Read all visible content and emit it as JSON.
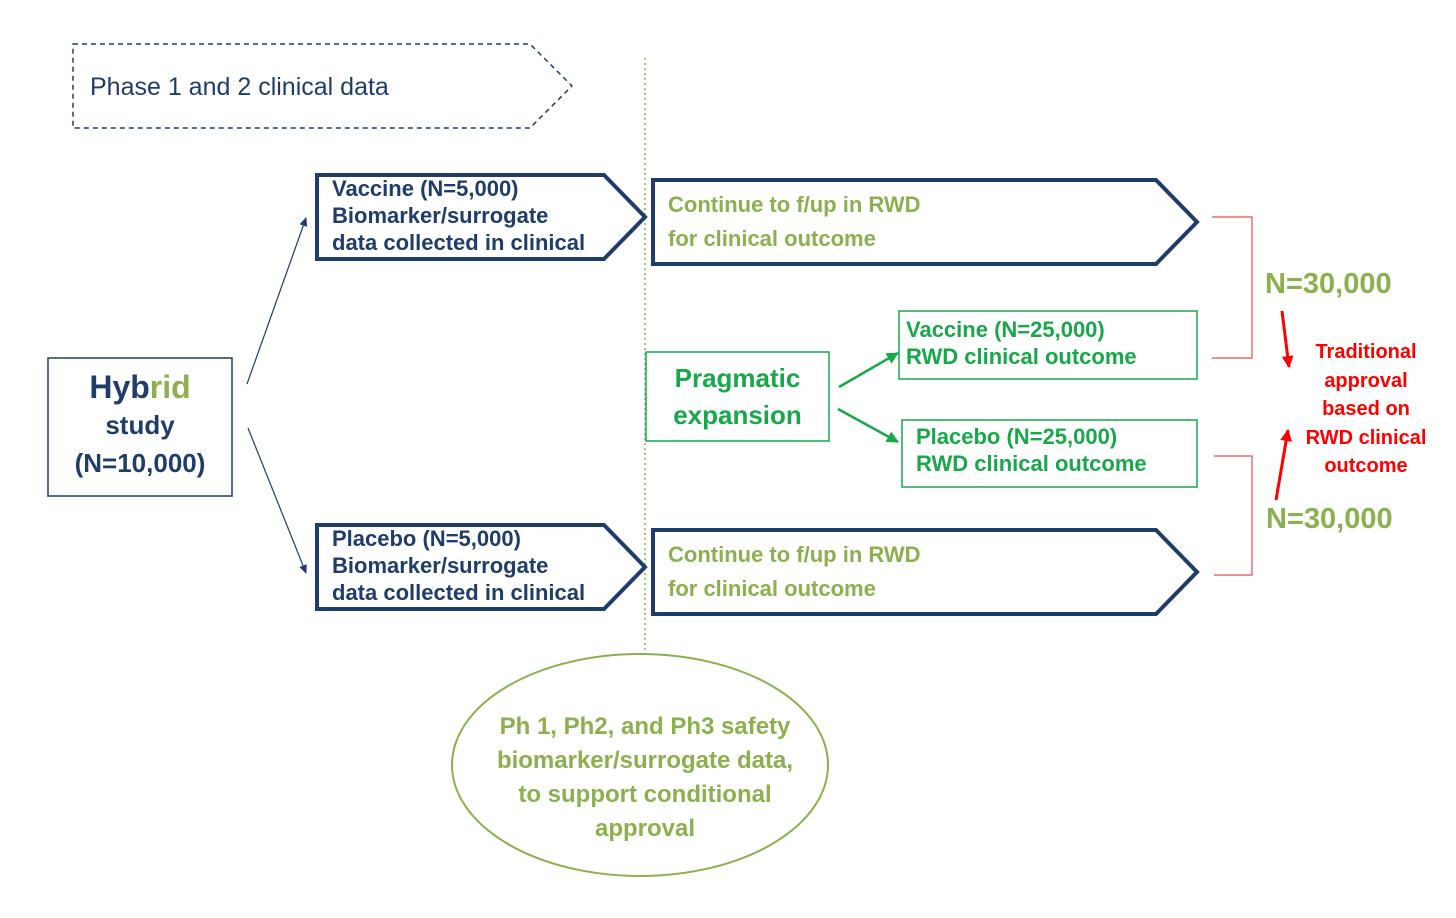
{
  "phase_label": "Phase 1 and 2 clinical data",
  "hybrid": {
    "title_part1": "Hyb",
    "title_part2": "rid",
    "line2": "study",
    "line3": "(N=10,000)"
  },
  "vaccine_arm": {
    "line1": "Vaccine (N=5,000)",
    "line2": "Biomarker/surrogate",
    "line3": "data collected in clinical"
  },
  "placebo_arm": {
    "line1": "Placebo (N=5,000)",
    "line2": "Biomarker/surrogate",
    "line3": "data collected in clinical"
  },
  "rwd_top": {
    "line1": "Continue to f/up in RWD",
    "line2": "for clinical outcome"
  },
  "rwd_bottom": {
    "line1": "Continue to f/up in RWD",
    "line2": "for clinical outcome"
  },
  "pragmatic": {
    "line1": "Pragmatic",
    "line2": "expansion"
  },
  "vaccine_rwd": {
    "line1": "Vaccine (N=25,000)",
    "line2": "RWD clinical outcome"
  },
  "placebo_rwd": {
    "line1": "Placebo (N=25,000)",
    "line2": "RWD clinical outcome"
  },
  "n_total_top": "N=30,000",
  "n_total_bottom": "N=30,000",
  "approval": {
    "line1": "Traditional",
    "line2": "approval",
    "line3": "based on",
    "line4": "RWD clinical",
    "line5": "outcome"
  },
  "conditional": {
    "line1": "Ph 1, Ph2, and Ph3 safety",
    "line2": "biomarker/surrogate data,",
    "line3": "to support conditional",
    "line4": "approval"
  },
  "colors": {
    "navy": "#1f3d6b",
    "olive": "#8db04f",
    "green": "#17a84a",
    "red": "#ff0000"
  }
}
